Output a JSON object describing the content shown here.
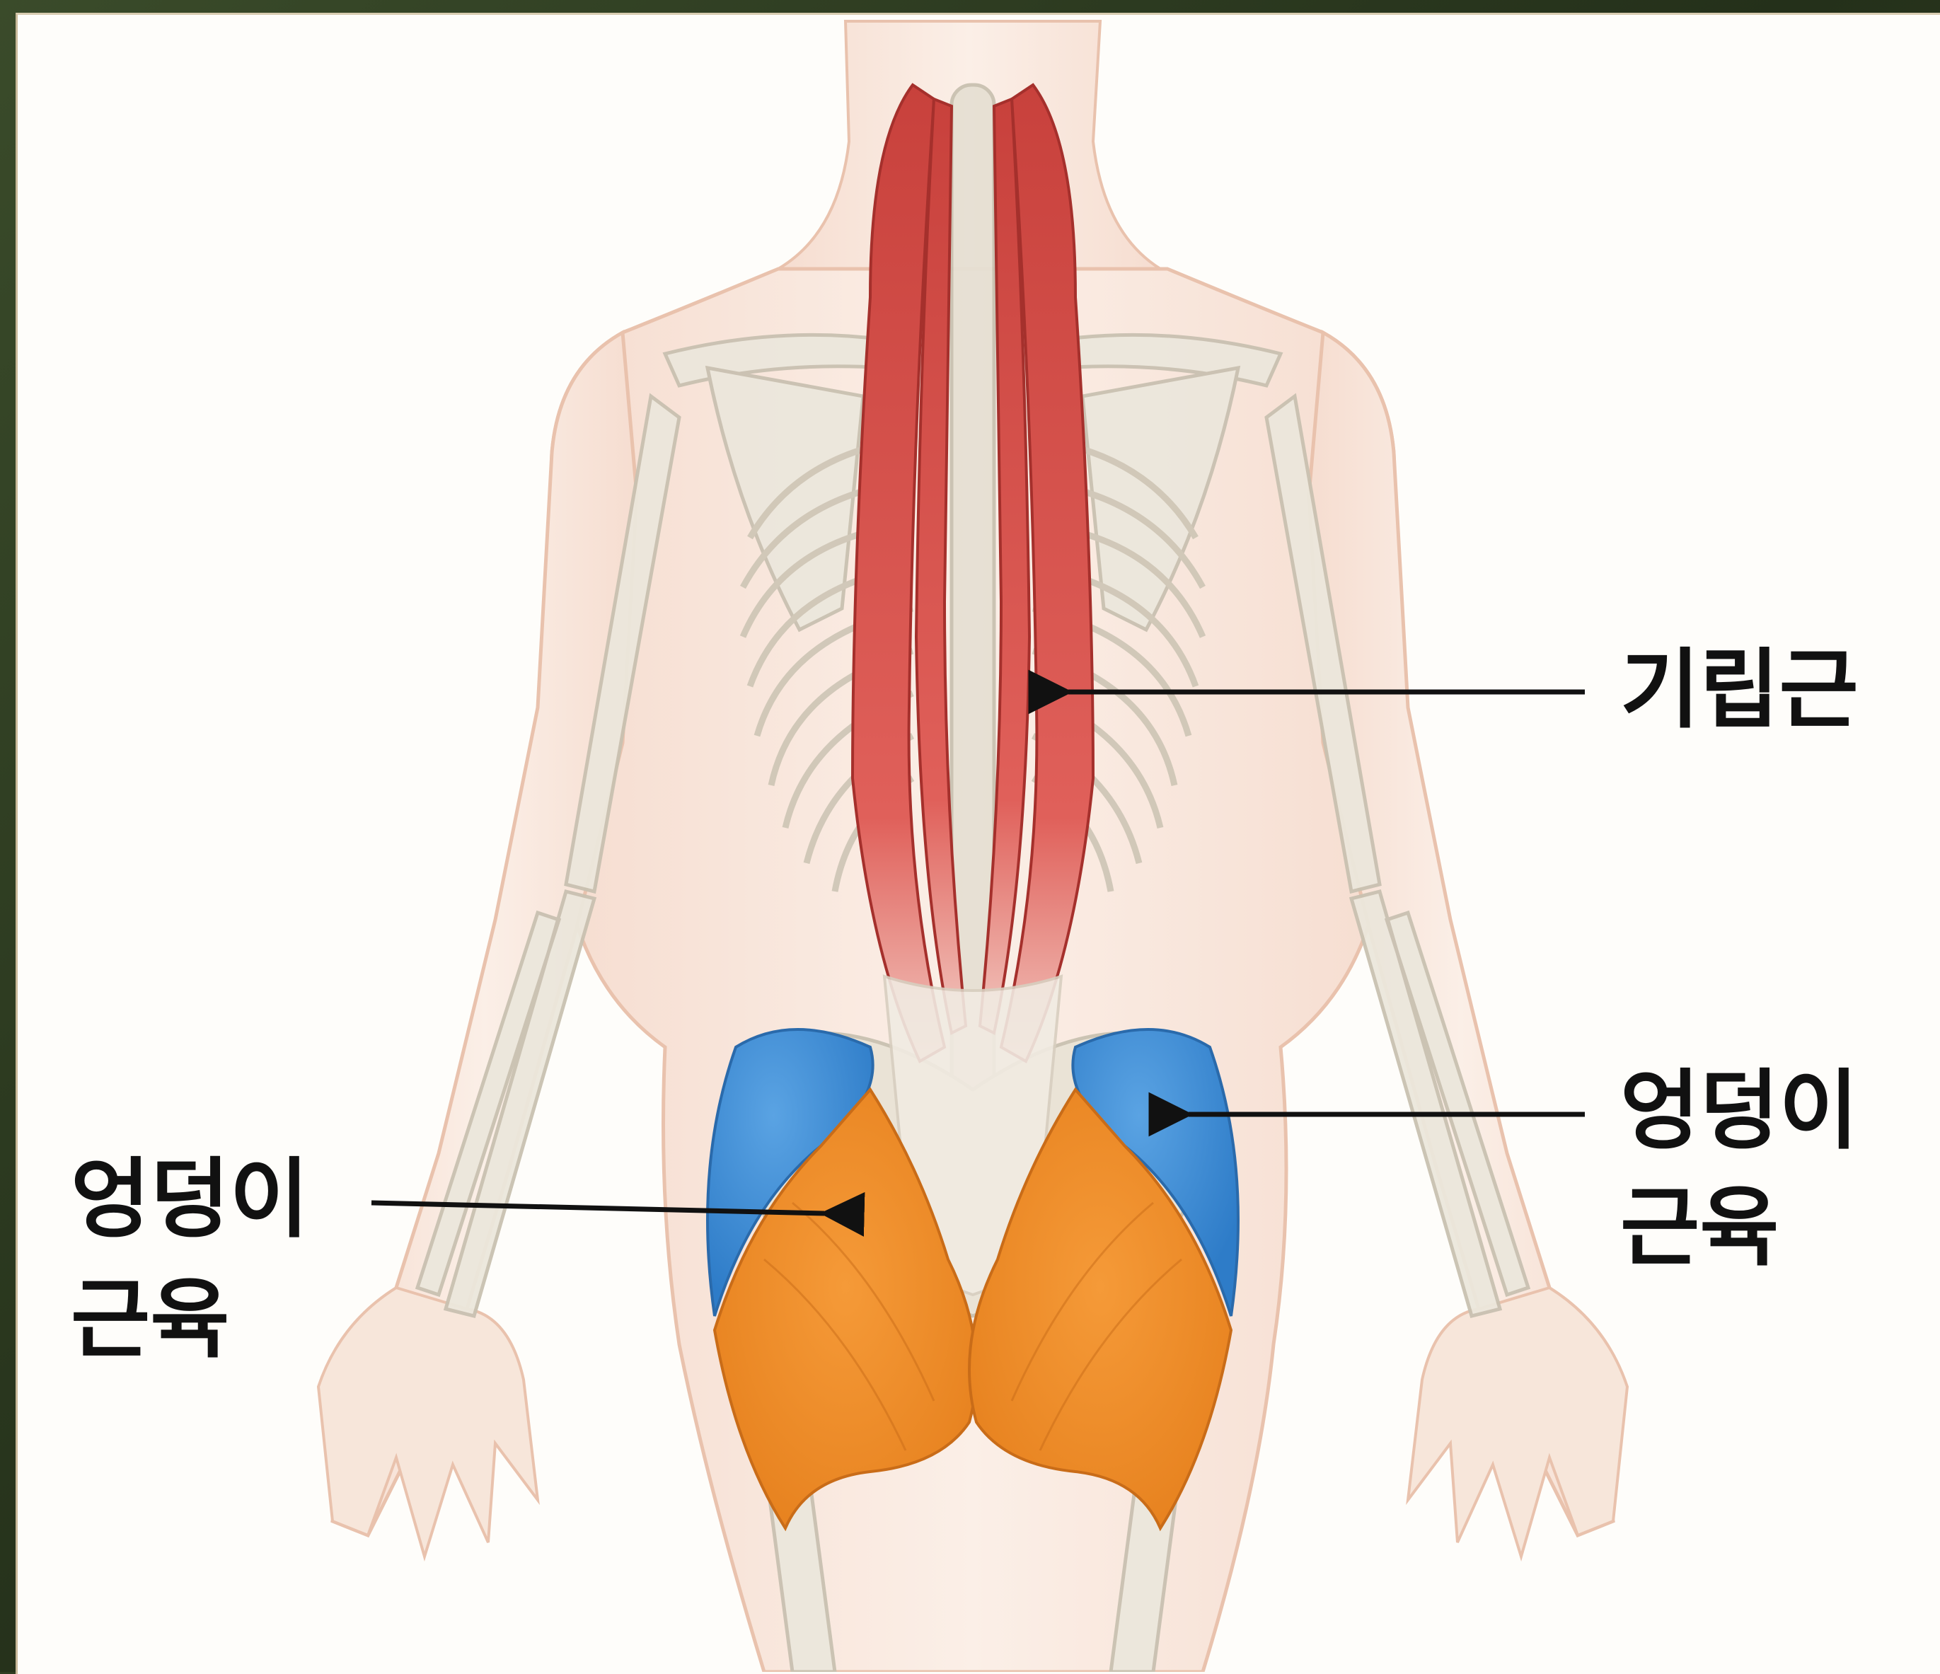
{
  "labels": {
    "erector": "기립근",
    "glute_right_line1": "엉덩이",
    "glute_right_line2": "근육",
    "glute_left_line1": "엉덩이",
    "glute_left_line2": "근육"
  },
  "colors": {
    "skin": "#f7e6da",
    "skin_outline": "#e9c2ad",
    "bone": "#ece7dc",
    "bone_outline": "#c9c1b1",
    "erector_muscle": "#d9534f",
    "gluteus_maximus": "#ef8f2c",
    "gluteus_medius": "#3f8fd6",
    "arrow": "#111111"
  }
}
